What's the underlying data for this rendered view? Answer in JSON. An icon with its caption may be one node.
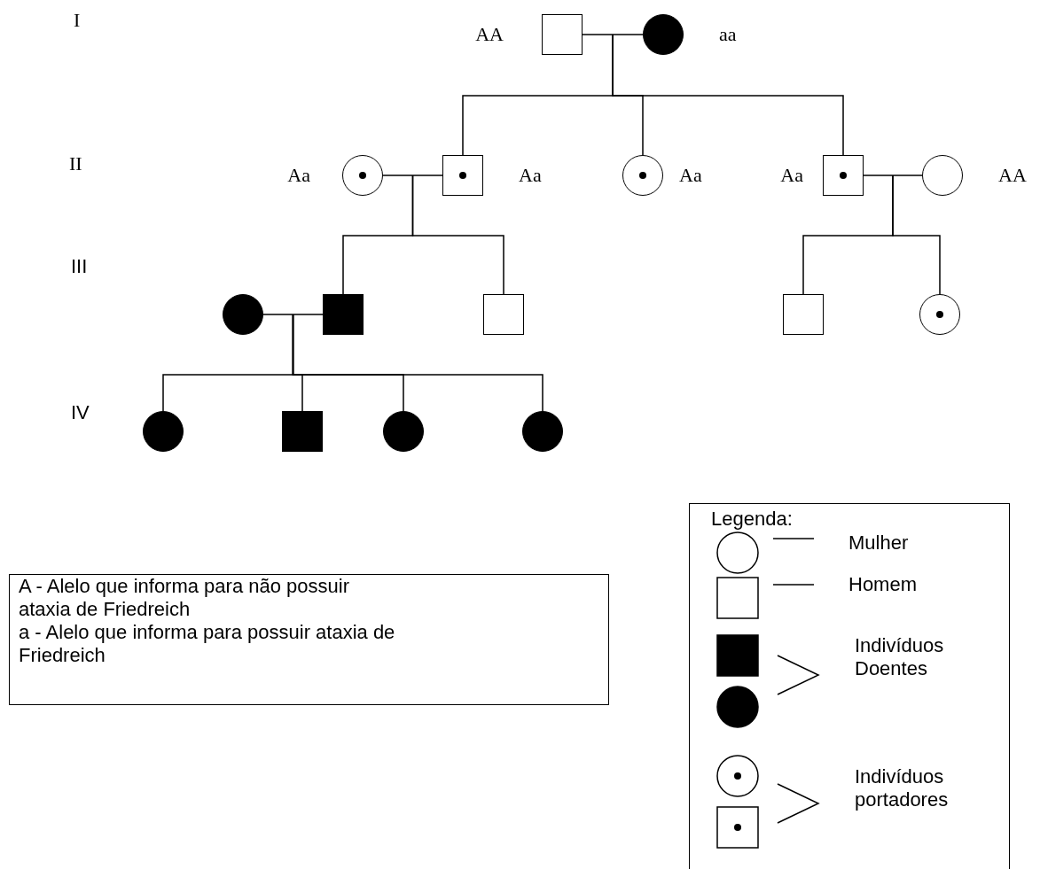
{
  "diagram": {
    "nodes": [
      {
        "text": [],
        "shape": "box",
        "beside": [
          "AA"
        ]
      },
      {
        "text": [],
        "shape": "filled-circle",
        "beside": [
          "aa"
        ]
      },
      {
        "text": [],
        "shape": "dot-circle",
        "beside": [
          "Aa"
        ]
      },
      {
        "text": [],
        "shape": "dot-box",
        "beside": [
          "Aa"
        ]
      },
      {
        "text": [],
        "shape": "dot-circle",
        "beside": [
          "Aa"
        ]
      },
      {
        "text": [],
        "shape": "dot-box",
        "beside": [
          "Aa"
        ]
      },
      {
        "text": [],
        "shape": "circle",
        "beside": [
          "AA"
        ]
      },
      {
        "text": [],
        "shape": "filled-circle"
      },
      {
        "text": [],
        "shape": "filled-box"
      },
      {
        "text": [],
        "shape": "box"
      },
      {
        "text": [],
        "shape": "box"
      },
      {
        "text": [],
        "shape": "dot-circle"
      },
      {
        "text": [],
        "shape": "filled-circle"
      },
      {
        "text": [],
        "shape": "filled-box"
      },
      {
        "text": [],
        "shape": "filled-circle"
      },
      {
        "text": [],
        "shape": "filled-circle"
      },
      {
        "text": [
          "A - Alelo que informa para não possuir ataxia de Friedreich",
          "a - Alelo que informa para possuir ataxia de Friedreich"
        ]
      }
    ],
    "edges": [
      {
        "from": 0,
        "to": 1,
        "arrow": "none"
      },
      {
        "from": 0,
        "to": 3,
        "arrow": "none"
      },
      {
        "from": 0,
        "to": 4,
        "arrow": "none"
      },
      {
        "from": 0,
        "to": 5,
        "arrow": "none"
      },
      {
        "from": 2,
        "to": 3,
        "arrow": "none"
      },
      {
        "from": 5,
        "to": 6,
        "arrow": "none"
      },
      {
        "from": 2,
        "to": 8,
        "arrow": "none"
      },
      {
        "from": 2,
        "to": 9,
        "arrow": "none"
      },
      {
        "from": 5,
        "to": 10,
        "arrow": "none"
      },
      {
        "from": 5,
        "to": 11,
        "arrow": "none"
      },
      {
        "from": 7,
        "to": 8,
        "arrow": "none"
      },
      {
        "from": 7,
        "to": 12,
        "arrow": "none"
      },
      {
        "from": 7,
        "to": 13,
        "arrow": "none"
      },
      {
        "from": 7,
        "to": 14,
        "arrow": "none"
      },
      {
        "from": 7,
        "to": 15,
        "arrow": "none"
      }
    ],
    "labels": [
      "I",
      "II",
      "III",
      "IV",
      "Legenda:"
    ],
    "legend": [
      {
        "text": "Mulher"
      },
      {
        "text": "Homem"
      },
      {
        "text": "Indivíduos Doentes"
      },
      {
        "text": "Indivíduos portadores"
      }
    ]
  }
}
